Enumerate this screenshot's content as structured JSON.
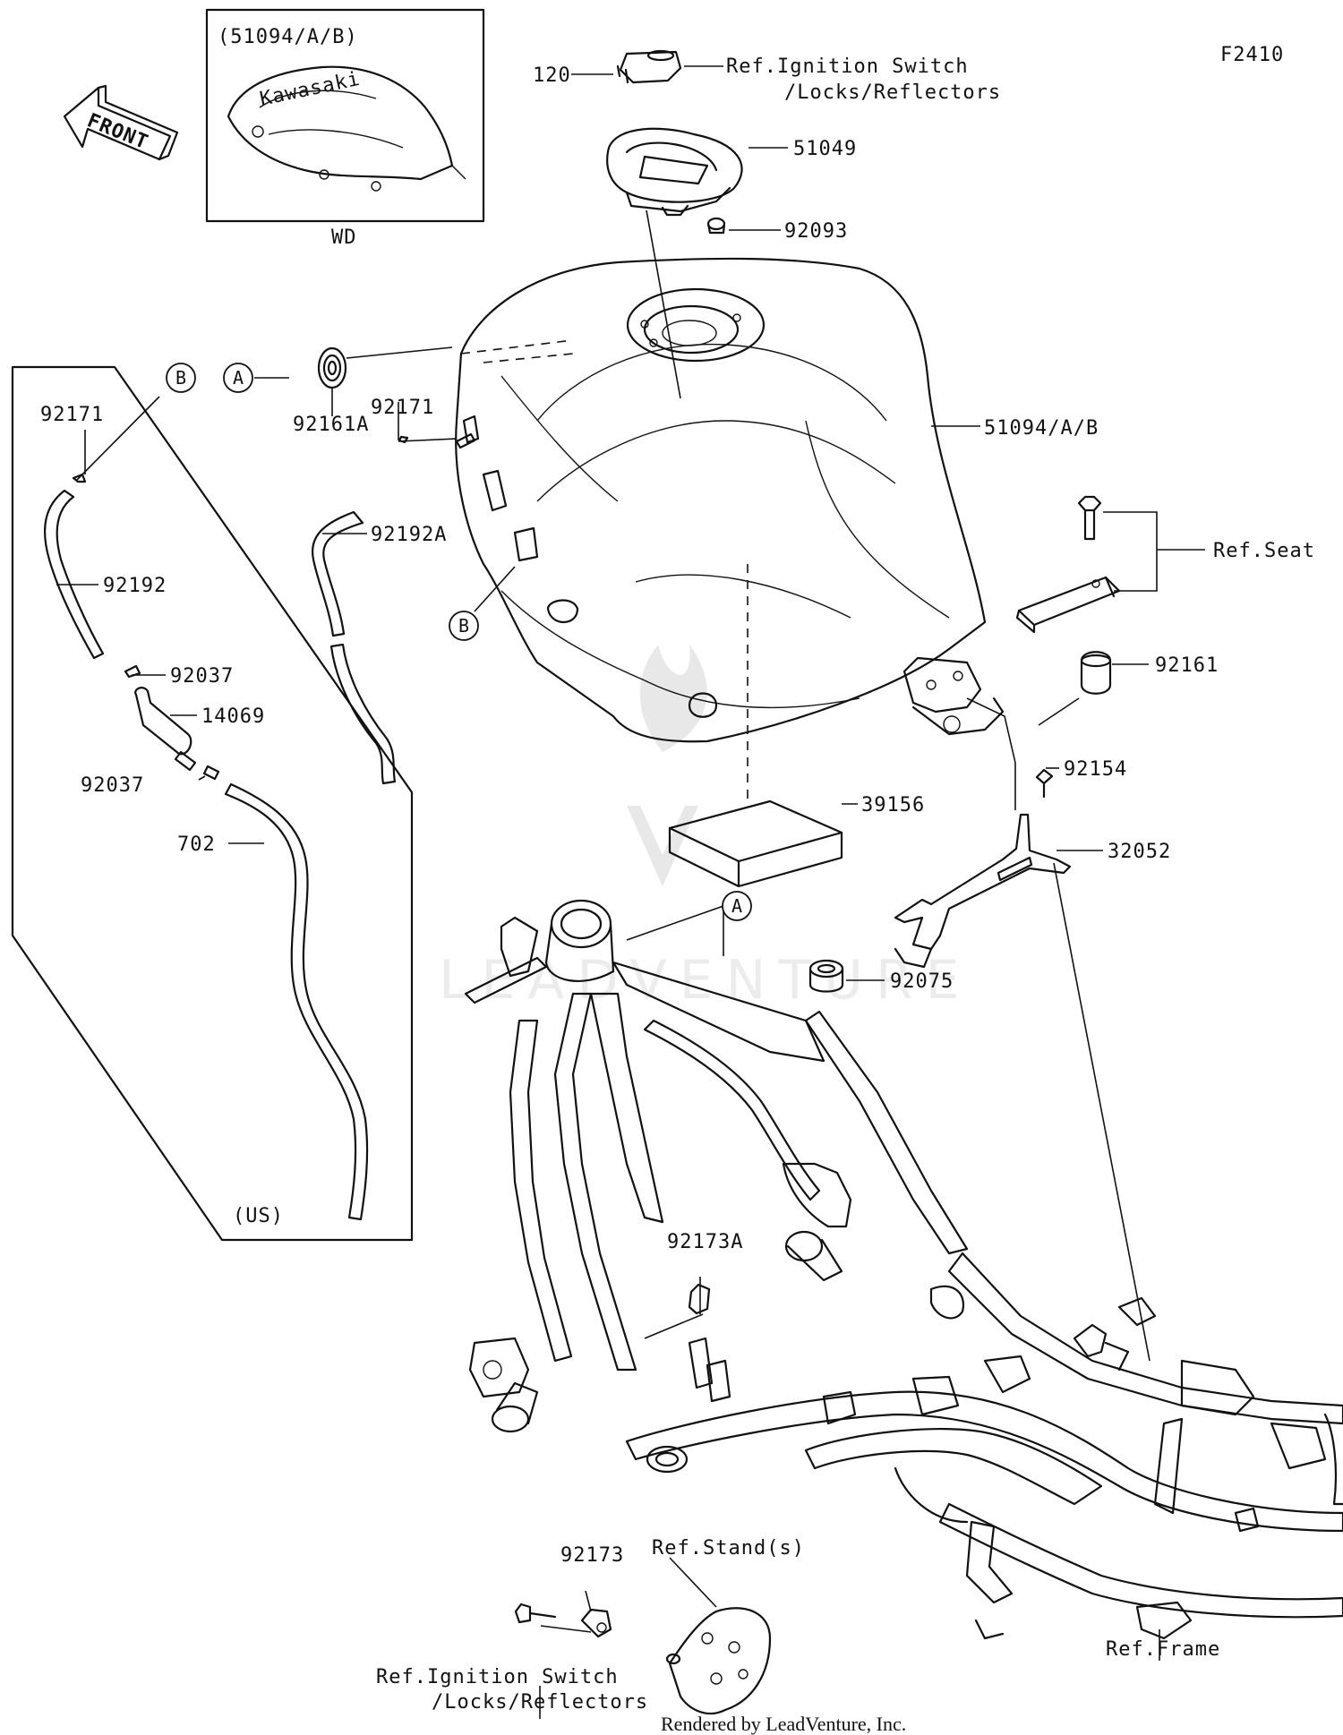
{
  "diagram_code": "F2410",
  "front_arrow_label": "FRONT",
  "watermark_text": "LEADVENTURE",
  "inset": {
    "title": "(51094/A/B)",
    "caption": "WD",
    "tank_brand": "Kawasaki"
  },
  "us_box": {
    "caption": "(US)"
  },
  "callouts": {
    "a": "A",
    "b": "B"
  },
  "labels": {
    "p120": "120",
    "ref_ignition_top_1": "Ref.Ignition Switch",
    "ref_ignition_top_2": "/Locks/Reflectors",
    "p51049": "51049",
    "p92093": "92093",
    "p51094": "51094/A/B",
    "ref_seat": "Ref.Seat",
    "p92161": "92161",
    "p92154": "92154",
    "p32052": "32052",
    "p39156": "39156",
    "p92075": "92075",
    "p92173A": "92173A",
    "p92173": "92173",
    "ref_stand": "Ref.Stand(s)",
    "ref_frame": "Ref.Frame",
    "ref_ignition_bottom_1": "Ref.Ignition Switch",
    "ref_ignition_bottom_2": "/Locks/Reflectors",
    "p92171_left": "92171",
    "p92192": "92192",
    "p92037_top": "92037",
    "p14069": "14069",
    "p92037_bottom": "92037",
    "p702": "702",
    "p92161A": "92161A",
    "p92171_mid": "92171",
    "p92192A": "92192A"
  },
  "credit": "Rendered by LeadVenture, Inc."
}
